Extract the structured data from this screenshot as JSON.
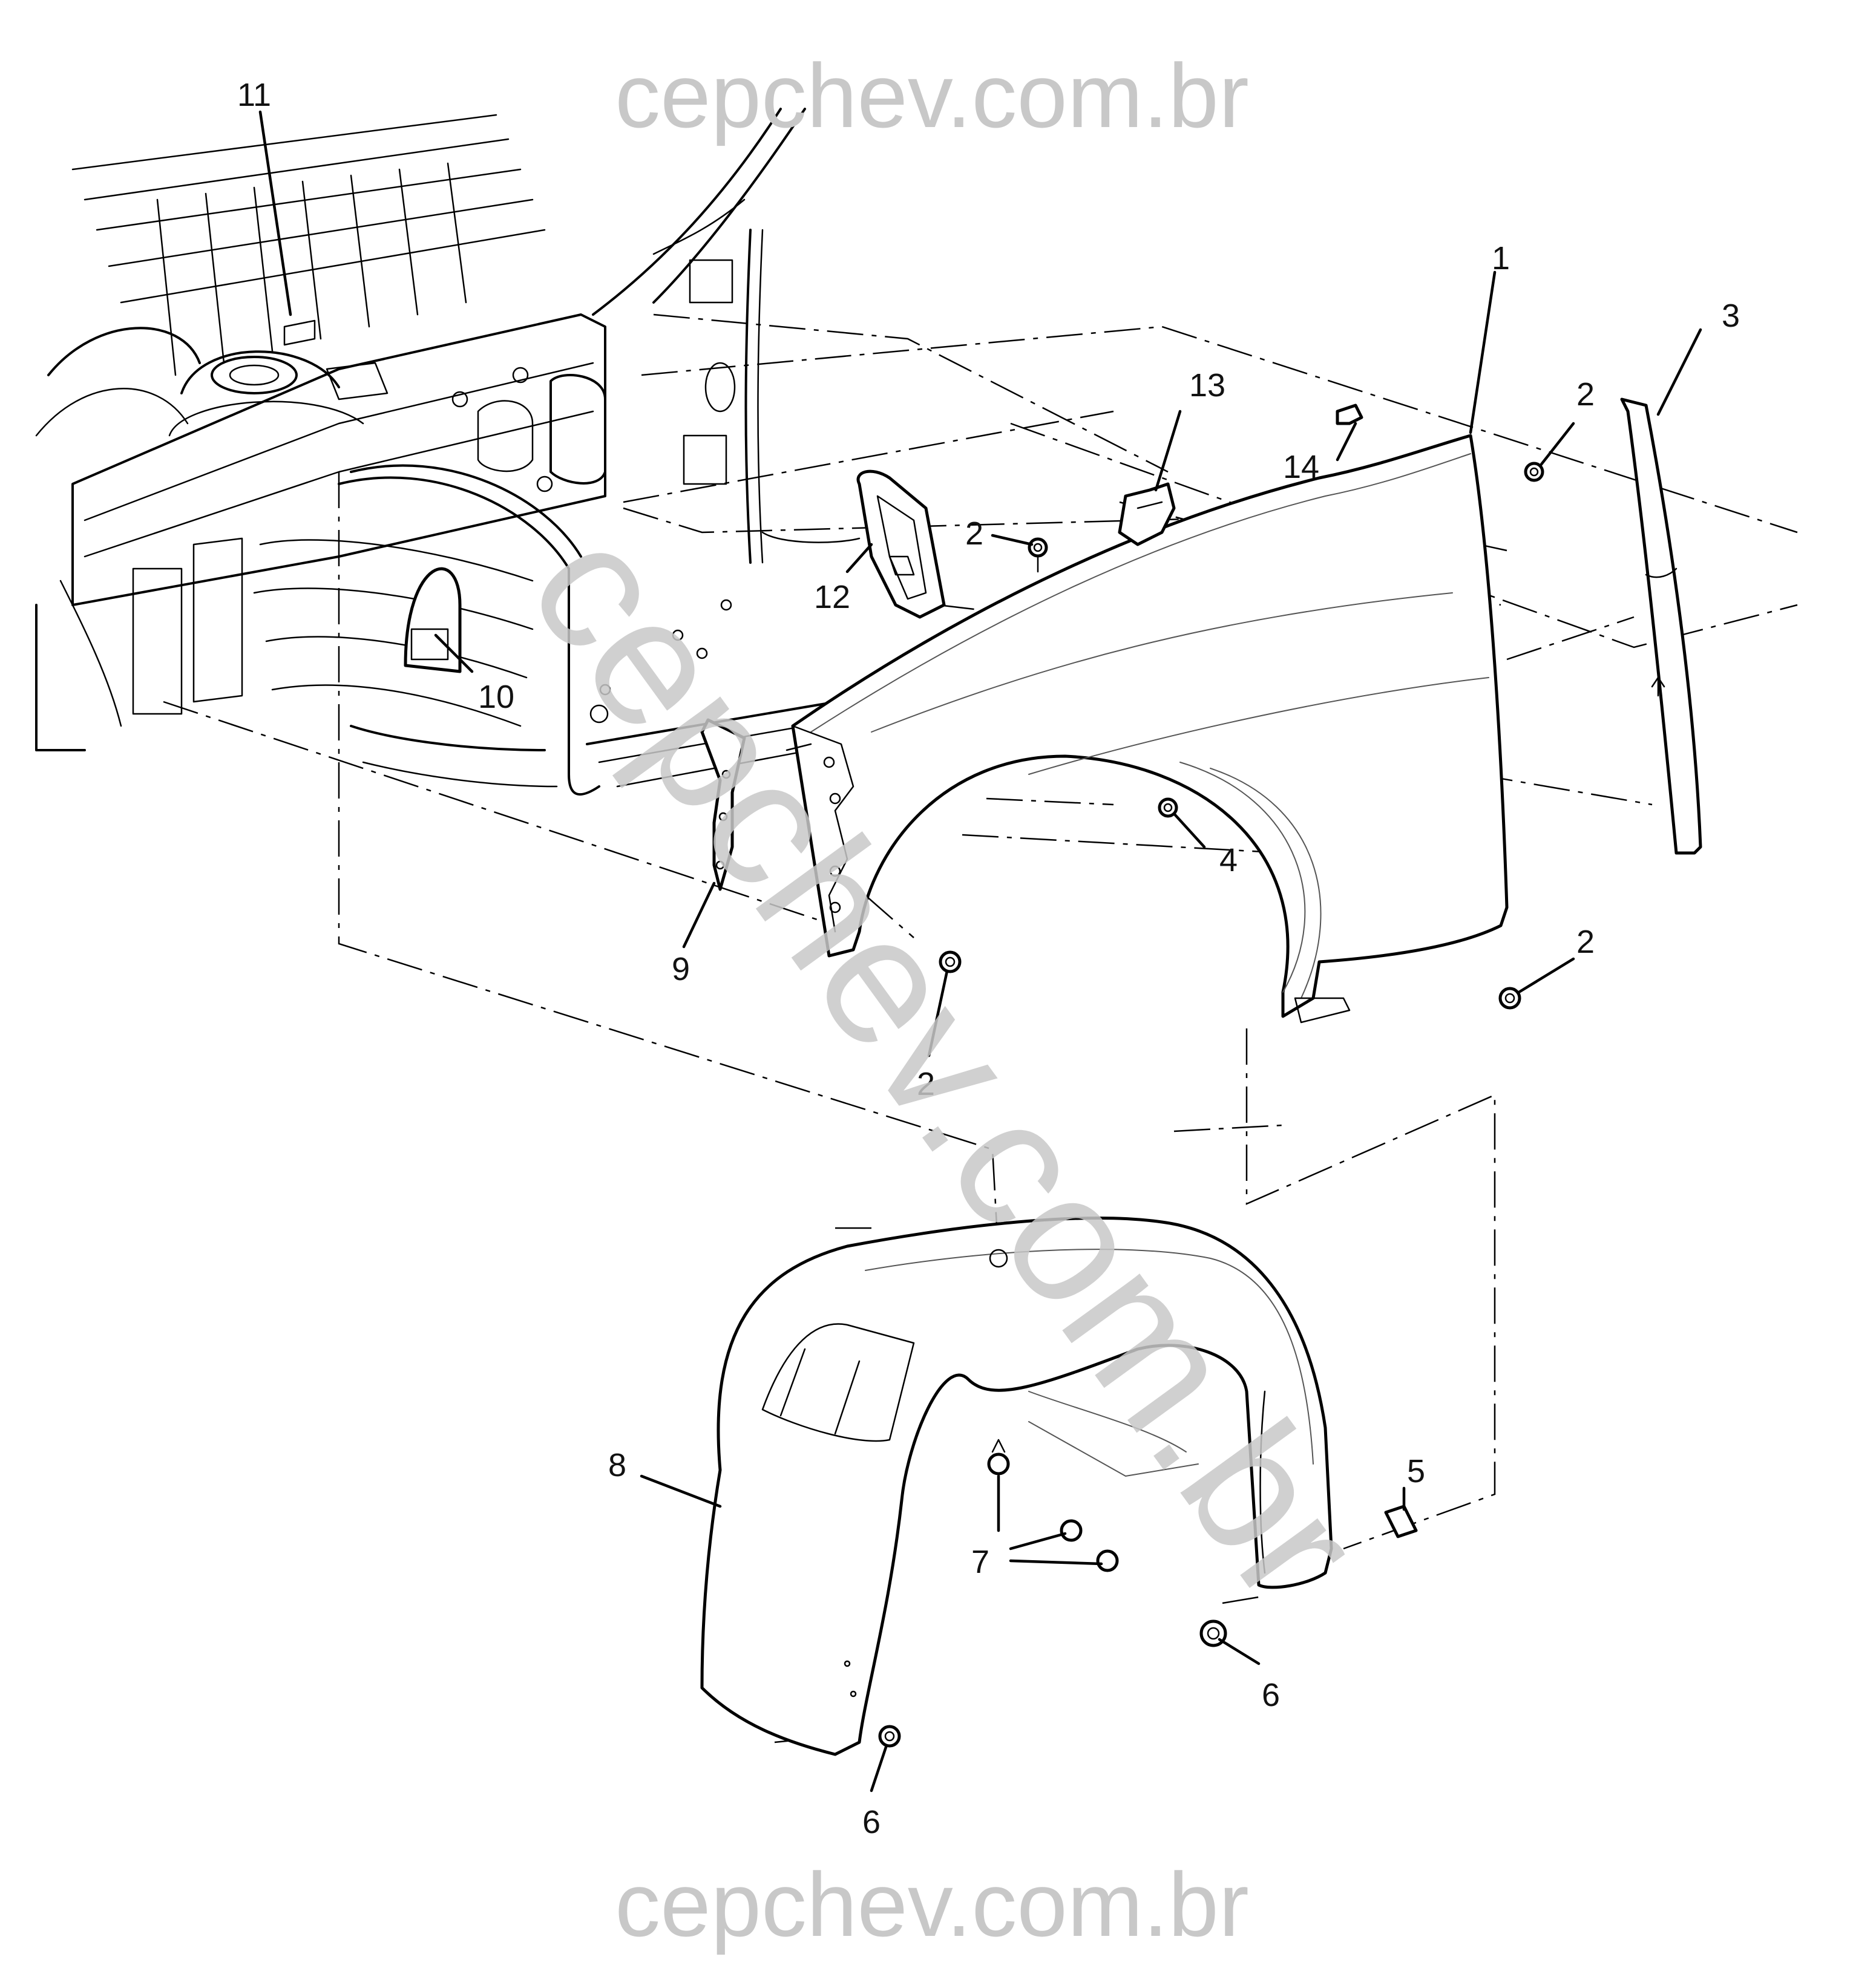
{
  "watermark": {
    "top": "cepchev.com.br",
    "bottom": "cepchev.com.br",
    "diagonal": "cepchev.com.br"
  },
  "callouts": {
    "c1": "1",
    "c2a": "2",
    "c2b": "2",
    "c2c": "2",
    "c2d": "2",
    "c3": "3",
    "c4": "4",
    "c5": "5",
    "c6a": "6",
    "c6b": "6",
    "c7": "7",
    "c8": "8",
    "c9": "9",
    "c10": "10",
    "c11": "11",
    "c12": "12",
    "c13": "13",
    "c14": "14"
  }
}
